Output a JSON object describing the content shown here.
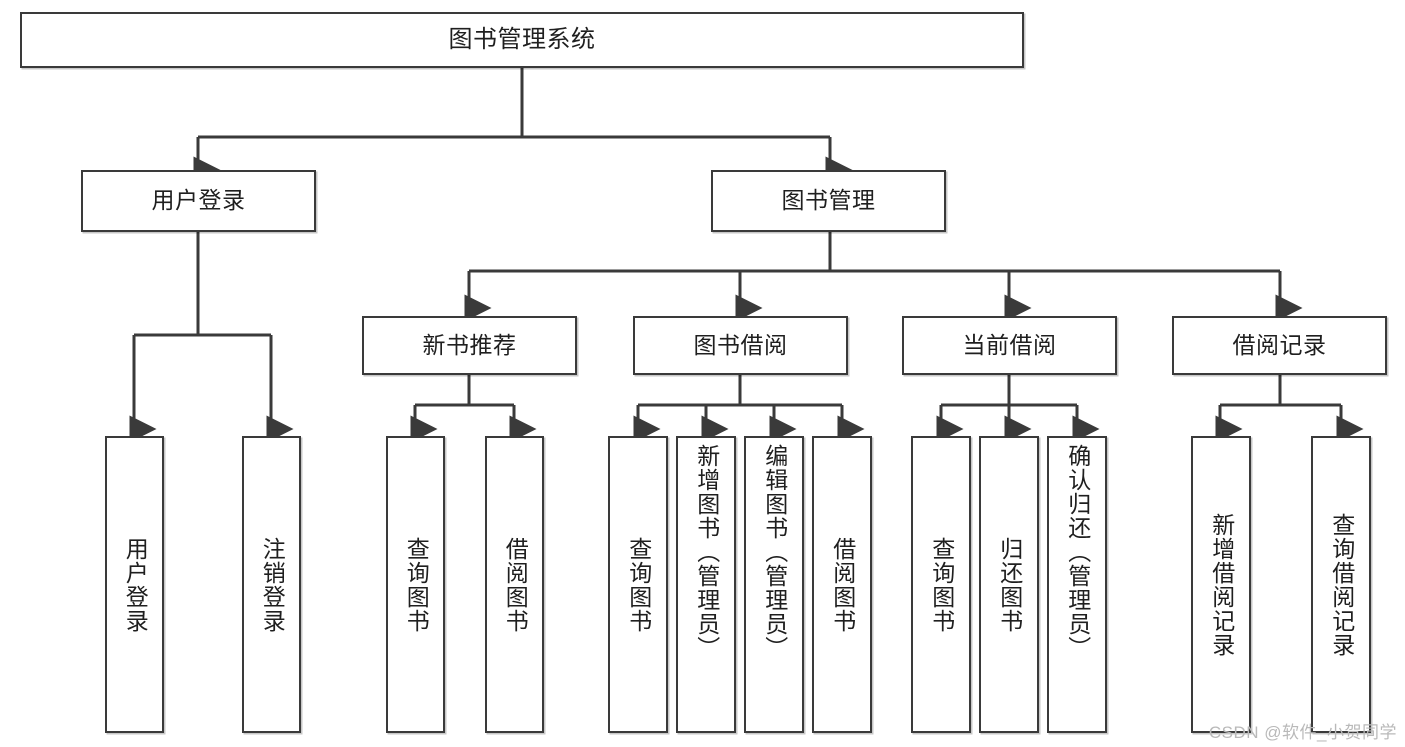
{
  "diagram": {
    "title": "图书管理系统",
    "type": "tree-hierarchy-chart",
    "colors": {
      "box_border": "#3a3a3a",
      "box_fill": "#ffffff",
      "edge": "#3a3a3a",
      "text": "#1f1f1f",
      "watermark": "#b9b9b9"
    },
    "watermark": "CSDN @软件_小贺同学",
    "nodes": {
      "root": {
        "label": "图书管理系统"
      },
      "level2": [
        {
          "id": "user-login",
          "label": "用户登录"
        },
        {
          "id": "book-management",
          "label": "图书管理"
        }
      ],
      "level3": [
        {
          "id": "new-book-recommend",
          "label": "新书推荐"
        },
        {
          "id": "book-borrow",
          "label": "图书借阅"
        },
        {
          "id": "current-borrow",
          "label": "当前借阅"
        },
        {
          "id": "borrow-record",
          "label": "借阅记录"
        }
      ],
      "leaves": {
        "user_login": [
          {
            "id": "leaf-user-login",
            "label": "用户登录"
          },
          {
            "id": "leaf-user-logout",
            "label": "注销登录"
          }
        ],
        "new_book_recommend": [
          {
            "id": "leaf-query-book-1",
            "label": "查询图书"
          },
          {
            "id": "leaf-borrow-book-1",
            "label": "借阅图书"
          }
        ],
        "book_borrow": [
          {
            "id": "leaf-query-book-2",
            "label": "查询图书"
          },
          {
            "id": "leaf-add-book",
            "label": "新增图书（管理员）"
          },
          {
            "id": "leaf-edit-book",
            "label": "编辑图书（管理员）"
          },
          {
            "id": "leaf-borrow-book-2",
            "label": "借阅图书"
          }
        ],
        "current_borrow": [
          {
            "id": "leaf-query-book-3",
            "label": "查询图书"
          },
          {
            "id": "leaf-return-book",
            "label": "归还图书"
          },
          {
            "id": "leaf-confirm-return",
            "label": "确认归还（管理员）"
          }
        ],
        "borrow_record": [
          {
            "id": "leaf-add-borrow-record",
            "label": "新增借阅记录"
          },
          {
            "id": "leaf-query-borrow-record",
            "label": "查询借阅记录"
          }
        ]
      }
    }
  }
}
